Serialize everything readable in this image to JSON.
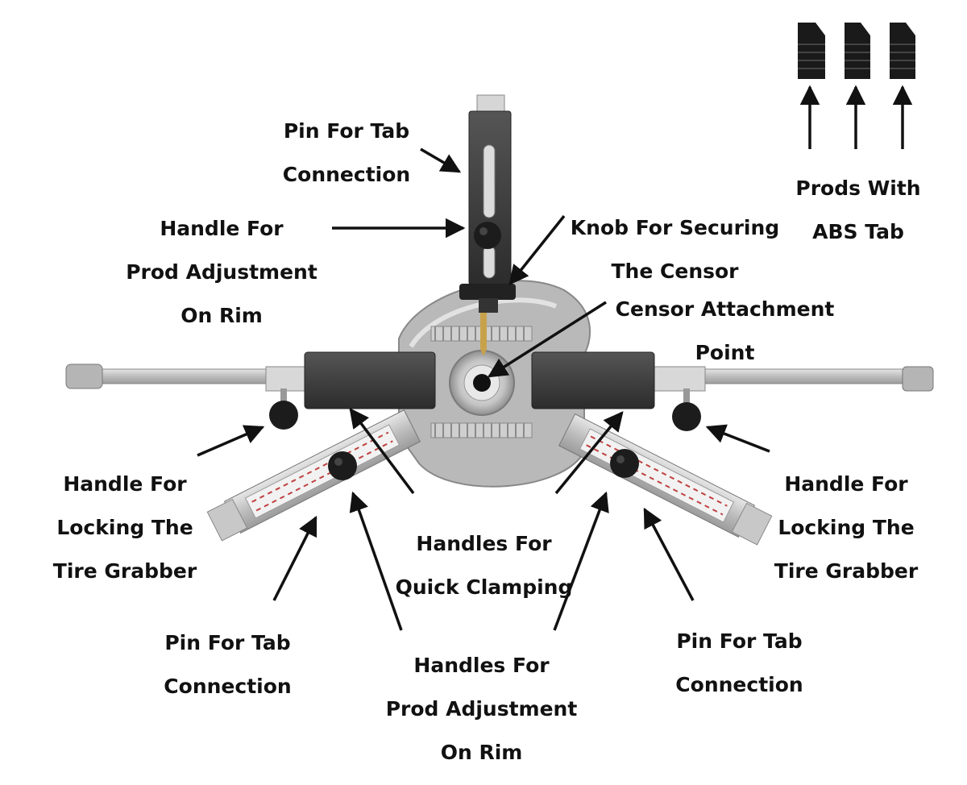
{
  "labels": {
    "pin_top": [
      "Pin For Tab",
      "Connection"
    ],
    "handle_prod_top": [
      "Handle For",
      "Prod Adjustment",
      "On Rim"
    ],
    "knob": [
      "Knob For Securing",
      "The Censor"
    ],
    "censor_point": [
      "Censor Attachment",
      "Point"
    ],
    "prods_abs": [
      "Prods With",
      "ABS Tab"
    ],
    "lock_left": [
      "Handle For",
      "Locking The",
      "Tire Grabber"
    ],
    "lock_right": [
      "Handle For",
      "Locking The",
      "Tire Grabber"
    ],
    "quick_clamp": [
      "Handles For",
      "Quick Clamping"
    ],
    "pin_left": [
      "Pin For Tab",
      "Connection"
    ],
    "pin_right": [
      "Pin For Tab",
      "Connection"
    ],
    "handles_prod_bottom": [
      "Handles For",
      "Prod Adjustment",
      "On Rim"
    ]
  },
  "colors": {
    "metal": "#c9c9c9",
    "metal_dark": "#9a9a9a",
    "block": "#3a3a3a",
    "knob": "#1c1c1c",
    "brass": "#c8a24a",
    "text": "#111111"
  }
}
